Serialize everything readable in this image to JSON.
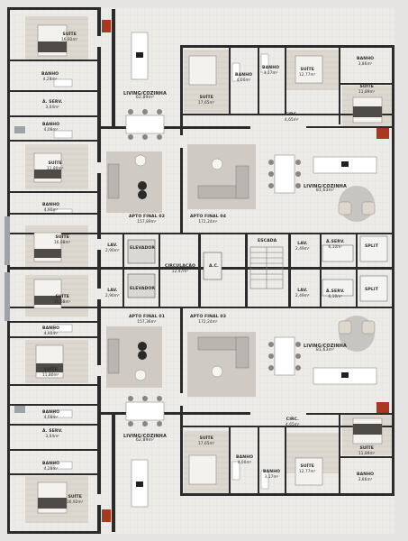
{
  "apartments": [
    {
      "id": "apto-final-02",
      "name": "APTO FINAL 02",
      "area": "157,89m²"
    },
    {
      "id": "apto-final-04",
      "name": "APTO FINAL 04",
      "area": "172,24m²"
    },
    {
      "id": "apto-final-01",
      "name": "APTO FINAL 01",
      "area": "157,36m²"
    },
    {
      "id": "apto-final-03",
      "name": "APTO FINAL 03",
      "area": "172,24m²"
    }
  ],
  "rooms": [
    {
      "id": "suite-tl-1",
      "name": "SUÍTE",
      "area": "16,92m²"
    },
    {
      "id": "banho-tl-1",
      "name": "BANHO",
      "area": "4,28m²"
    },
    {
      "id": "aserv-tl",
      "name": "Á. SERV.",
      "area": "3,04m²"
    },
    {
      "id": "banho-tl-2",
      "name": "BANHO",
      "area": "4,08m²"
    },
    {
      "id": "suite-tl-2",
      "name": "SUÍTE",
      "area": "11,80m²"
    },
    {
      "id": "banho-tl-3",
      "name": "BANHO",
      "area": "4,90m²"
    },
    {
      "id": "suite-tl-3",
      "name": "SUÍTE",
      "area": "16,68m²"
    },
    {
      "id": "living-02",
      "name": "LIVING/COZINHA",
      "area": "62,89m²"
    },
    {
      "id": "lav-l-top",
      "name": "LAV.",
      "area": "2,90m²"
    },
    {
      "id": "elevador-top",
      "name": "ELEVADOR",
      "area": ""
    },
    {
      "id": "suite-tr-1",
      "name": "SUÍTE",
      "area": "17,65m²"
    },
    {
      "id": "banho-tr-1",
      "name": "BANHO",
      "area": "4,00m²"
    },
    {
      "id": "banho-tr-2",
      "name": "BANHO",
      "area": "3,17m²"
    },
    {
      "id": "suite-tr-2",
      "name": "SUÍTE",
      "area": "12,77m²"
    },
    {
      "id": "banho-tr-3",
      "name": "BANHO",
      "area": "3,86m²"
    },
    {
      "id": "suite-tr-3",
      "name": "SUÍTE",
      "area": "11,89m²"
    },
    {
      "id": "circ-tr",
      "name": "CIRC.",
      "area": "4,65m²"
    },
    {
      "id": "living-04",
      "name": "LIVING/COZINHA",
      "area": "81,63m²"
    },
    {
      "id": "escada",
      "name": "ESCADA",
      "area": ""
    },
    {
      "id": "lav-r-top",
      "name": "LAV.",
      "area": "2,49m²"
    },
    {
      "id": "aserv-r-top",
      "name": "Á.SERV.",
      "area": "6,10m²"
    },
    {
      "id": "split-top",
      "name": "SPLIT",
      "area": ""
    },
    {
      "id": "circulacao",
      "name": "CIRCULAÇÃO",
      "area": "12,47m²"
    },
    {
      "id": "ac",
      "name": "A.C.",
      "area": ""
    },
    {
      "id": "lav-l-bot",
      "name": "LAV.",
      "area": "2,90m²"
    },
    {
      "id": "elevador-bot",
      "name": "ELEVADOR",
      "area": ""
    },
    {
      "id": "lav-r-bot",
      "name": "LAV.",
      "area": "2,49m²"
    },
    {
      "id": "aserv-r-bot",
      "name": "Á.SERV.",
      "area": "6,10m²"
    },
    {
      "id": "split-bot",
      "name": "SPLIT",
      "area": ""
    },
    {
      "id": "suite-bl-1",
      "name": "SUÍTE",
      "area": "16,68m²"
    },
    {
      "id": "banho-bl-1",
      "name": "BANHO",
      "area": "4,90m²"
    },
    {
      "id": "suite-bl-2",
      "name": "SUÍTE",
      "area": "11,80m²"
    },
    {
      "id": "banho-bl-2",
      "name": "BANHO",
      "area": "4,08m²"
    },
    {
      "id": "aserv-bl",
      "name": "Á. SERV.",
      "area": "3,04m²"
    },
    {
      "id": "banho-bl-3",
      "name": "BANHO",
      "area": "4,28m²"
    },
    {
      "id": "suite-bl-3",
      "name": "SUÍTE",
      "area": "16,92m²"
    },
    {
      "id": "living-01",
      "name": "LIVING/COZINHA",
      "area": "62,89m²"
    },
    {
      "id": "living-03",
      "name": "LIVING/COZINHA",
      "area": "81,63m²"
    },
    {
      "id": "circ-br",
      "name": "CIRC.",
      "area": "4,65m²"
    },
    {
      "id": "suite-br-1",
      "name": "SUÍTE",
      "area": "17,65m²"
    },
    {
      "id": "banho-br-1",
      "name": "BANHO",
      "area": "4,00m²"
    },
    {
      "id": "banho-br-2",
      "name": "BANHO",
      "area": "3,17m²"
    },
    {
      "id": "suite-br-2",
      "name": "SUÍTE",
      "area": "12,77m²"
    },
    {
      "id": "suite-br-3",
      "name": "SUÍTE",
      "area": "11,89m²"
    },
    {
      "id": "banho-br-3",
      "name": "BANHO",
      "area": "3,86m²"
    }
  ]
}
